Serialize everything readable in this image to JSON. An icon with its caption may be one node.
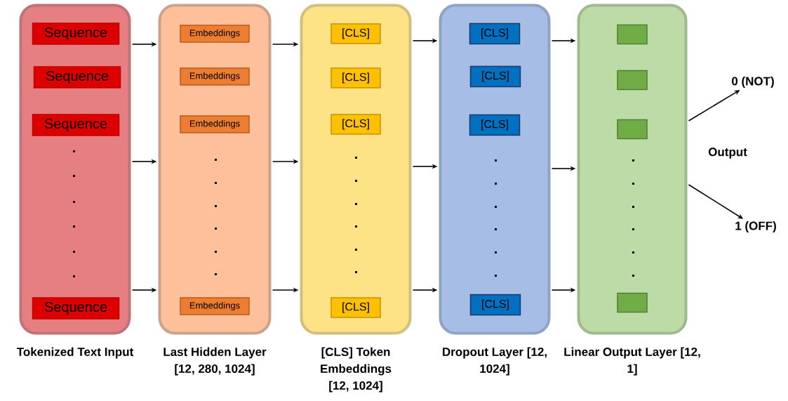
{
  "diagram": {
    "nodes": [
      {
        "text": [
          "Tokenized Text Input"
        ]
      },
      {
        "text": [
          "Sequence"
        ],
        "in": 0
      },
      {
        "text": [
          "Sequence"
        ],
        "in": 0
      },
      {
        "text": [
          "Sequence"
        ],
        "in": 0
      },
      {
        "text": [
          "Sequence"
        ],
        "in": 0
      },
      {
        "text": [
          "Last Hidden Layer [12, 280, 1024]"
        ]
      },
      {
        "text": [
          "Embeddings"
        ],
        "in": 5
      },
      {
        "text": [
          "Embeddings"
        ],
        "in": 5
      },
      {
        "text": [
          "Embeddings"
        ],
        "in": 5
      },
      {
        "text": [
          "Embeddings"
        ],
        "in": 5
      },
      {
        "text": [
          "[CLS] Token Embeddings [12, 1024]"
        ]
      },
      {
        "text": [
          "[CLS]"
        ],
        "in": 10
      },
      {
        "text": [
          "[CLS]"
        ],
        "in": 10
      },
      {
        "text": [
          "[CLS]"
        ],
        "in": 10
      },
      {
        "text": [
          "[CLS]"
        ],
        "in": 10
      },
      {
        "text": [
          "Dropout Layer [12, 1024]"
        ]
      },
      {
        "text": [
          "[CLS]"
        ],
        "in": 15
      },
      {
        "text": [
          "[CLS]"
        ],
        "in": 15
      },
      {
        "text": [
          "[CLS]"
        ],
        "in": 15
      },
      {
        "text": [
          "[CLS]"
        ],
        "in": 15
      },
      {
        "text": [
          "Linear Output Layer [12, 1]"
        ]
      },
      {
        "text": [],
        "shape": "box",
        "in": 20
      },
      {
        "text": [],
        "shape": "box",
        "in": 20
      },
      {
        "text": [],
        "shape": "box",
        "in": 20
      },
      {
        "text": [],
        "shape": "box",
        "in": 20
      },
      {
        "text": [
          "0 (NOT)"
        ]
      },
      {
        "text": [
          "1 (OFF)"
        ]
      }
    ],
    "edges": [
      {
        "from": 0,
        "to": 5,
        "arrow": "to"
      },
      {
        "from": 0,
        "to": 5,
        "arrow": "to"
      },
      {
        "from": 0,
        "to": 5,
        "arrow": "to"
      },
      {
        "from": 5,
        "to": 10,
        "arrow": "to"
      },
      {
        "from": 5,
        "to": 10,
        "arrow": "to"
      },
      {
        "from": 5,
        "to": 10,
        "arrow": "to"
      },
      {
        "from": 10,
        "to": 15,
        "arrow": "to"
      },
      {
        "from": 10,
        "to": 15,
        "arrow": "to"
      },
      {
        "from": 10,
        "to": 15,
        "arrow": "to"
      },
      {
        "from": 15,
        "to": 20,
        "arrow": "to"
      },
      {
        "from": 15,
        "to": 20,
        "arrow": "to"
      },
      {
        "from": 15,
        "to": 20,
        "arrow": "to"
      },
      {
        "from": 20,
        "to": 25,
        "arrow": "to"
      },
      {
        "from": 20,
        "to": 26,
        "arrow": "to"
      }
    ],
    "labels": [
      "Output"
    ]
  }
}
